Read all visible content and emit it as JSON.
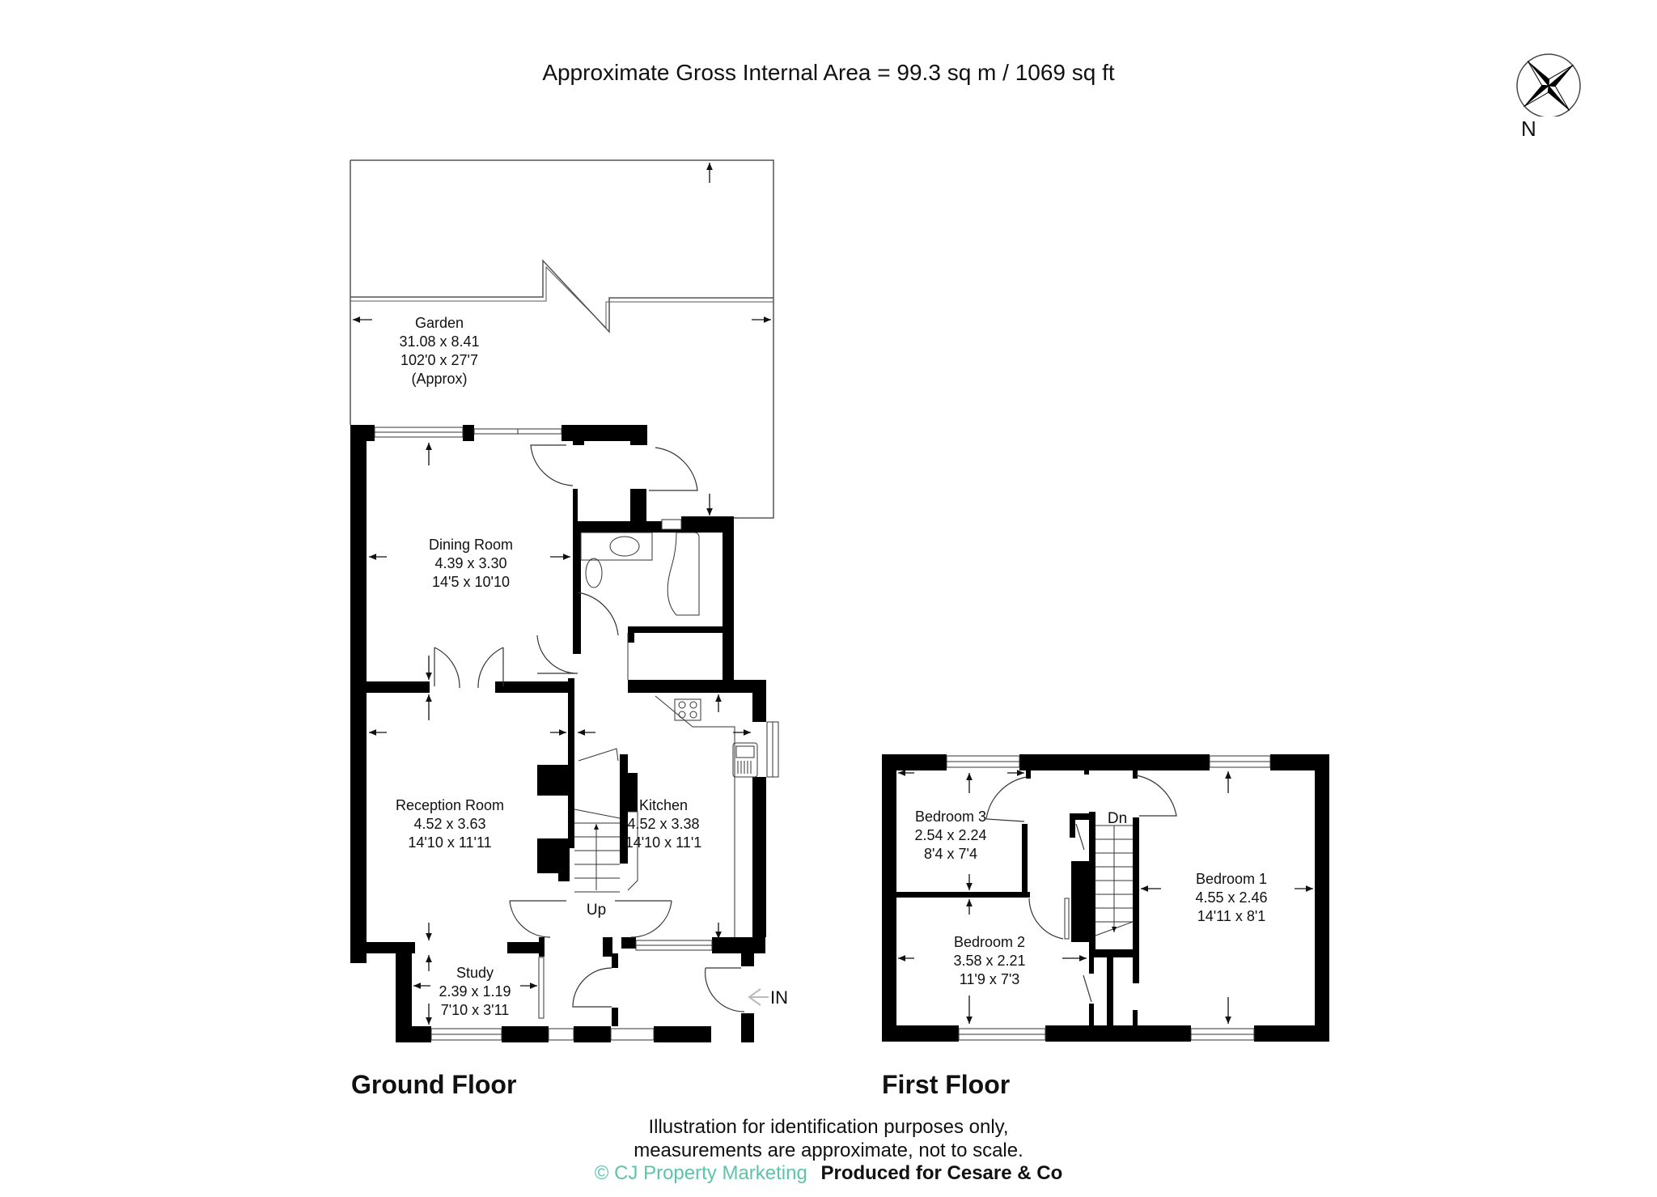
{
  "header": {
    "title": "Approximate Gross Internal Area = 99.3 sq m / 1069 sq ft"
  },
  "compass": {
    "icon": "compass-rose-icon",
    "label": "N"
  },
  "ground_floor": {
    "label": "Ground Floor",
    "rooms": [
      {
        "name": "Garden",
        "metric": "31.08 x 8.41",
        "imperial": "102'0 x 27'7",
        "note": "(Approx)"
      },
      {
        "name": "Dining Room",
        "metric": "4.39 x 3.30",
        "imperial": "14'5 x 10'10"
      },
      {
        "name": "Reception Room",
        "metric": "4.52 x 3.63",
        "imperial": "14'10 x 11'11"
      },
      {
        "name": "Kitchen",
        "metric": "4.52 x 3.38",
        "imperial": "14'10 x 11'1"
      },
      {
        "name": "Study",
        "metric": "2.39 x 1.19",
        "imperial": "7'10 x 3'11"
      }
    ],
    "stairs_label": "Up",
    "entrance_label": "IN"
  },
  "first_floor": {
    "label": "First Floor",
    "rooms": [
      {
        "name": "Bedroom 3",
        "metric": "2.54 x 2.24",
        "imperial": "8'4 x 7'4"
      },
      {
        "name": "Bedroom 1",
        "metric": "4.55 x 2.46",
        "imperial": "14'11 x 8'1"
      },
      {
        "name": "Bedroom 2",
        "metric": "3.58 x 2.21",
        "imperial": "11'9 x 7'3"
      }
    ],
    "stairs_label": "Dn"
  },
  "footer": {
    "disclaimer_line1": "Illustration for identification purposes only,",
    "disclaimer_line2": "measurements are approximate, not to scale.",
    "copyright": "© CJ Property Marketing",
    "produced_for": "Produced for Cesare & Co"
  },
  "colors": {
    "wall": "#000000",
    "line": "#333333",
    "copyright_text": "#5cc4a9"
  }
}
